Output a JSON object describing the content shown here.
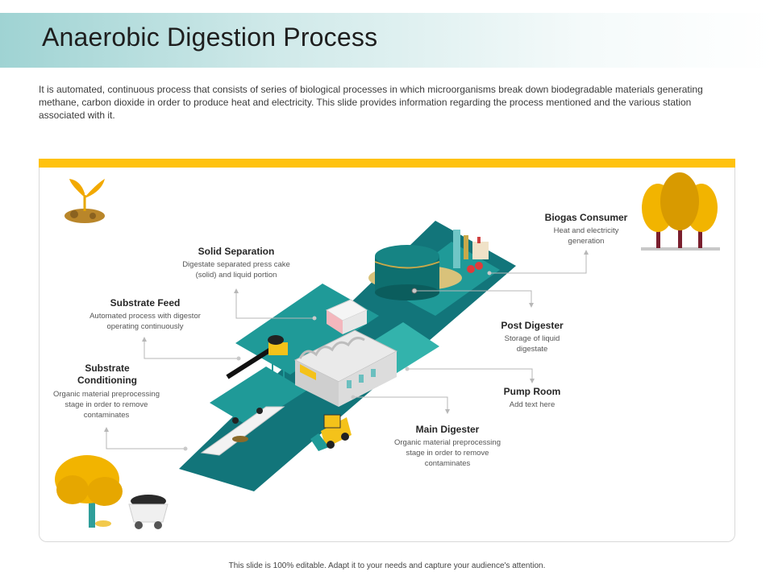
{
  "slide": {
    "title": "Anaerobic Digestion Process",
    "intro": "It is automated, continuous process that consists of series of biological processes in which microorganisms break down biodegradable materials generating methane, carbon dioxide in order to produce heat and electricity. This slide provides information regarding the process mentioned and the various station associated with it.",
    "footer": "This slide is 100% editable. Adapt it to your needs and capture your audience's attention."
  },
  "stations": {
    "solid_separation": {
      "title": "Solid Separation",
      "desc": "Digestate separated press cake (solid) and liquid portion"
    },
    "substrate_feed": {
      "title": "Substrate Feed",
      "desc": "Automated process with digestor operating continuously"
    },
    "substrate_conditioning": {
      "title": "Substrate Conditioning",
      "desc": "Organic material preprocessing stage in order to remove contaminates"
    },
    "biogas_consumer": {
      "title": "Biogas Consumer",
      "desc": "Heat and electricity generation"
    },
    "post_digester": {
      "title": "Post Digester",
      "desc": "Storage of liquid digestate"
    },
    "pump_room": {
      "title": "Pump Room",
      "desc": "Add text here"
    },
    "main_digester": {
      "title": "Main Digester",
      "desc": "Organic material preprocessing stage in order to remove contaminates"
    }
  },
  "colors": {
    "teal_dark": "#12757a",
    "teal_mid": "#1f9a98",
    "teal_light": "#33b3ac",
    "accent_yellow": "#ffc20e",
    "tree_orange": "#f2a900"
  },
  "icons": [
    "sprout-icon",
    "tree-icon",
    "coal-cart-icon",
    "bulldozer-icon",
    "digester-tank-icon",
    "factory-icon"
  ]
}
